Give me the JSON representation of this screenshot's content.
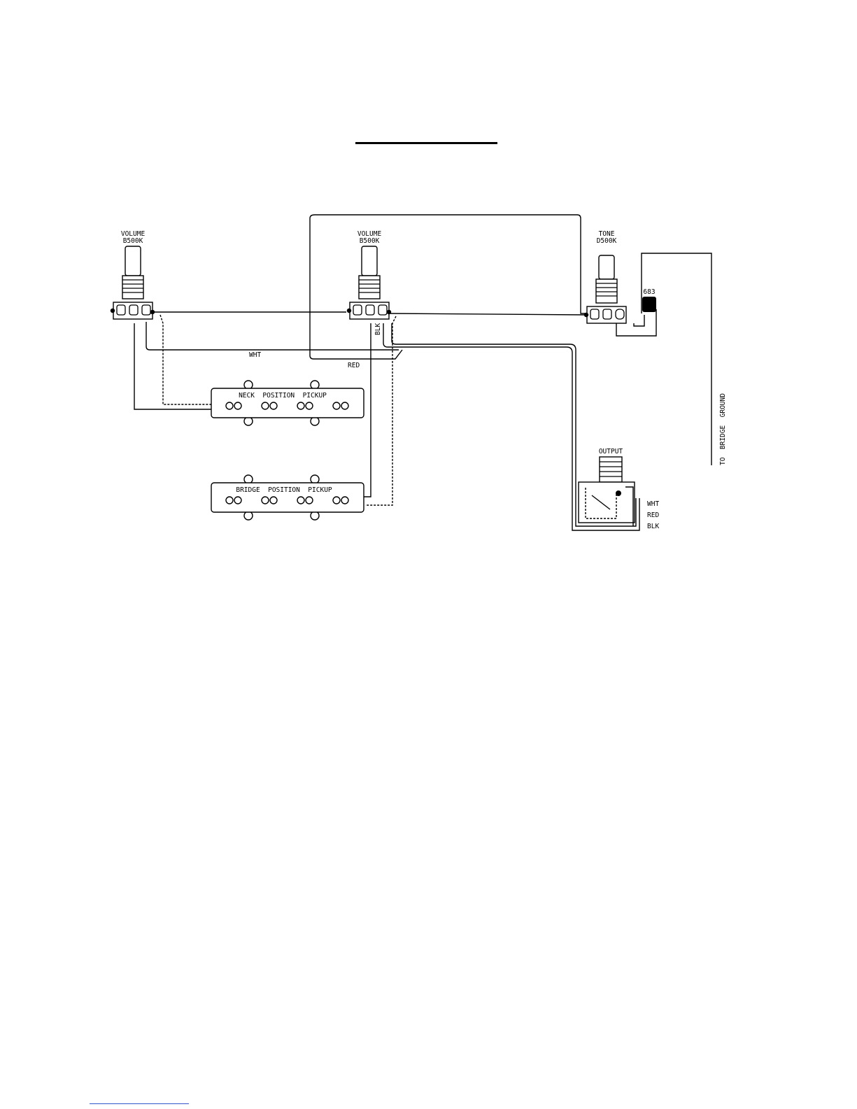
{
  "pots": {
    "volume_neck": {
      "name": "VOLUME",
      "value": "B500K"
    },
    "volume_bridge": {
      "name": "VOLUME",
      "value": "B500K"
    },
    "tone": {
      "name": "TONE",
      "value": "D500K"
    }
  },
  "capacitor": {
    "label": "683"
  },
  "pickups": {
    "neck": {
      "label": "NECK  POSITION  PICKUP"
    },
    "bridge": {
      "label": "BRIDGE  POSITION  PICKUP"
    }
  },
  "jack": {
    "label": "OUTPUT"
  },
  "wires": {
    "wht": "WHT",
    "red": "RED",
    "blk": "BLK"
  },
  "jack_wires": [
    "WHT",
    "RED",
    "BLK"
  ],
  "ground": {
    "label": "TO  BRIDGE  GROUND"
  }
}
